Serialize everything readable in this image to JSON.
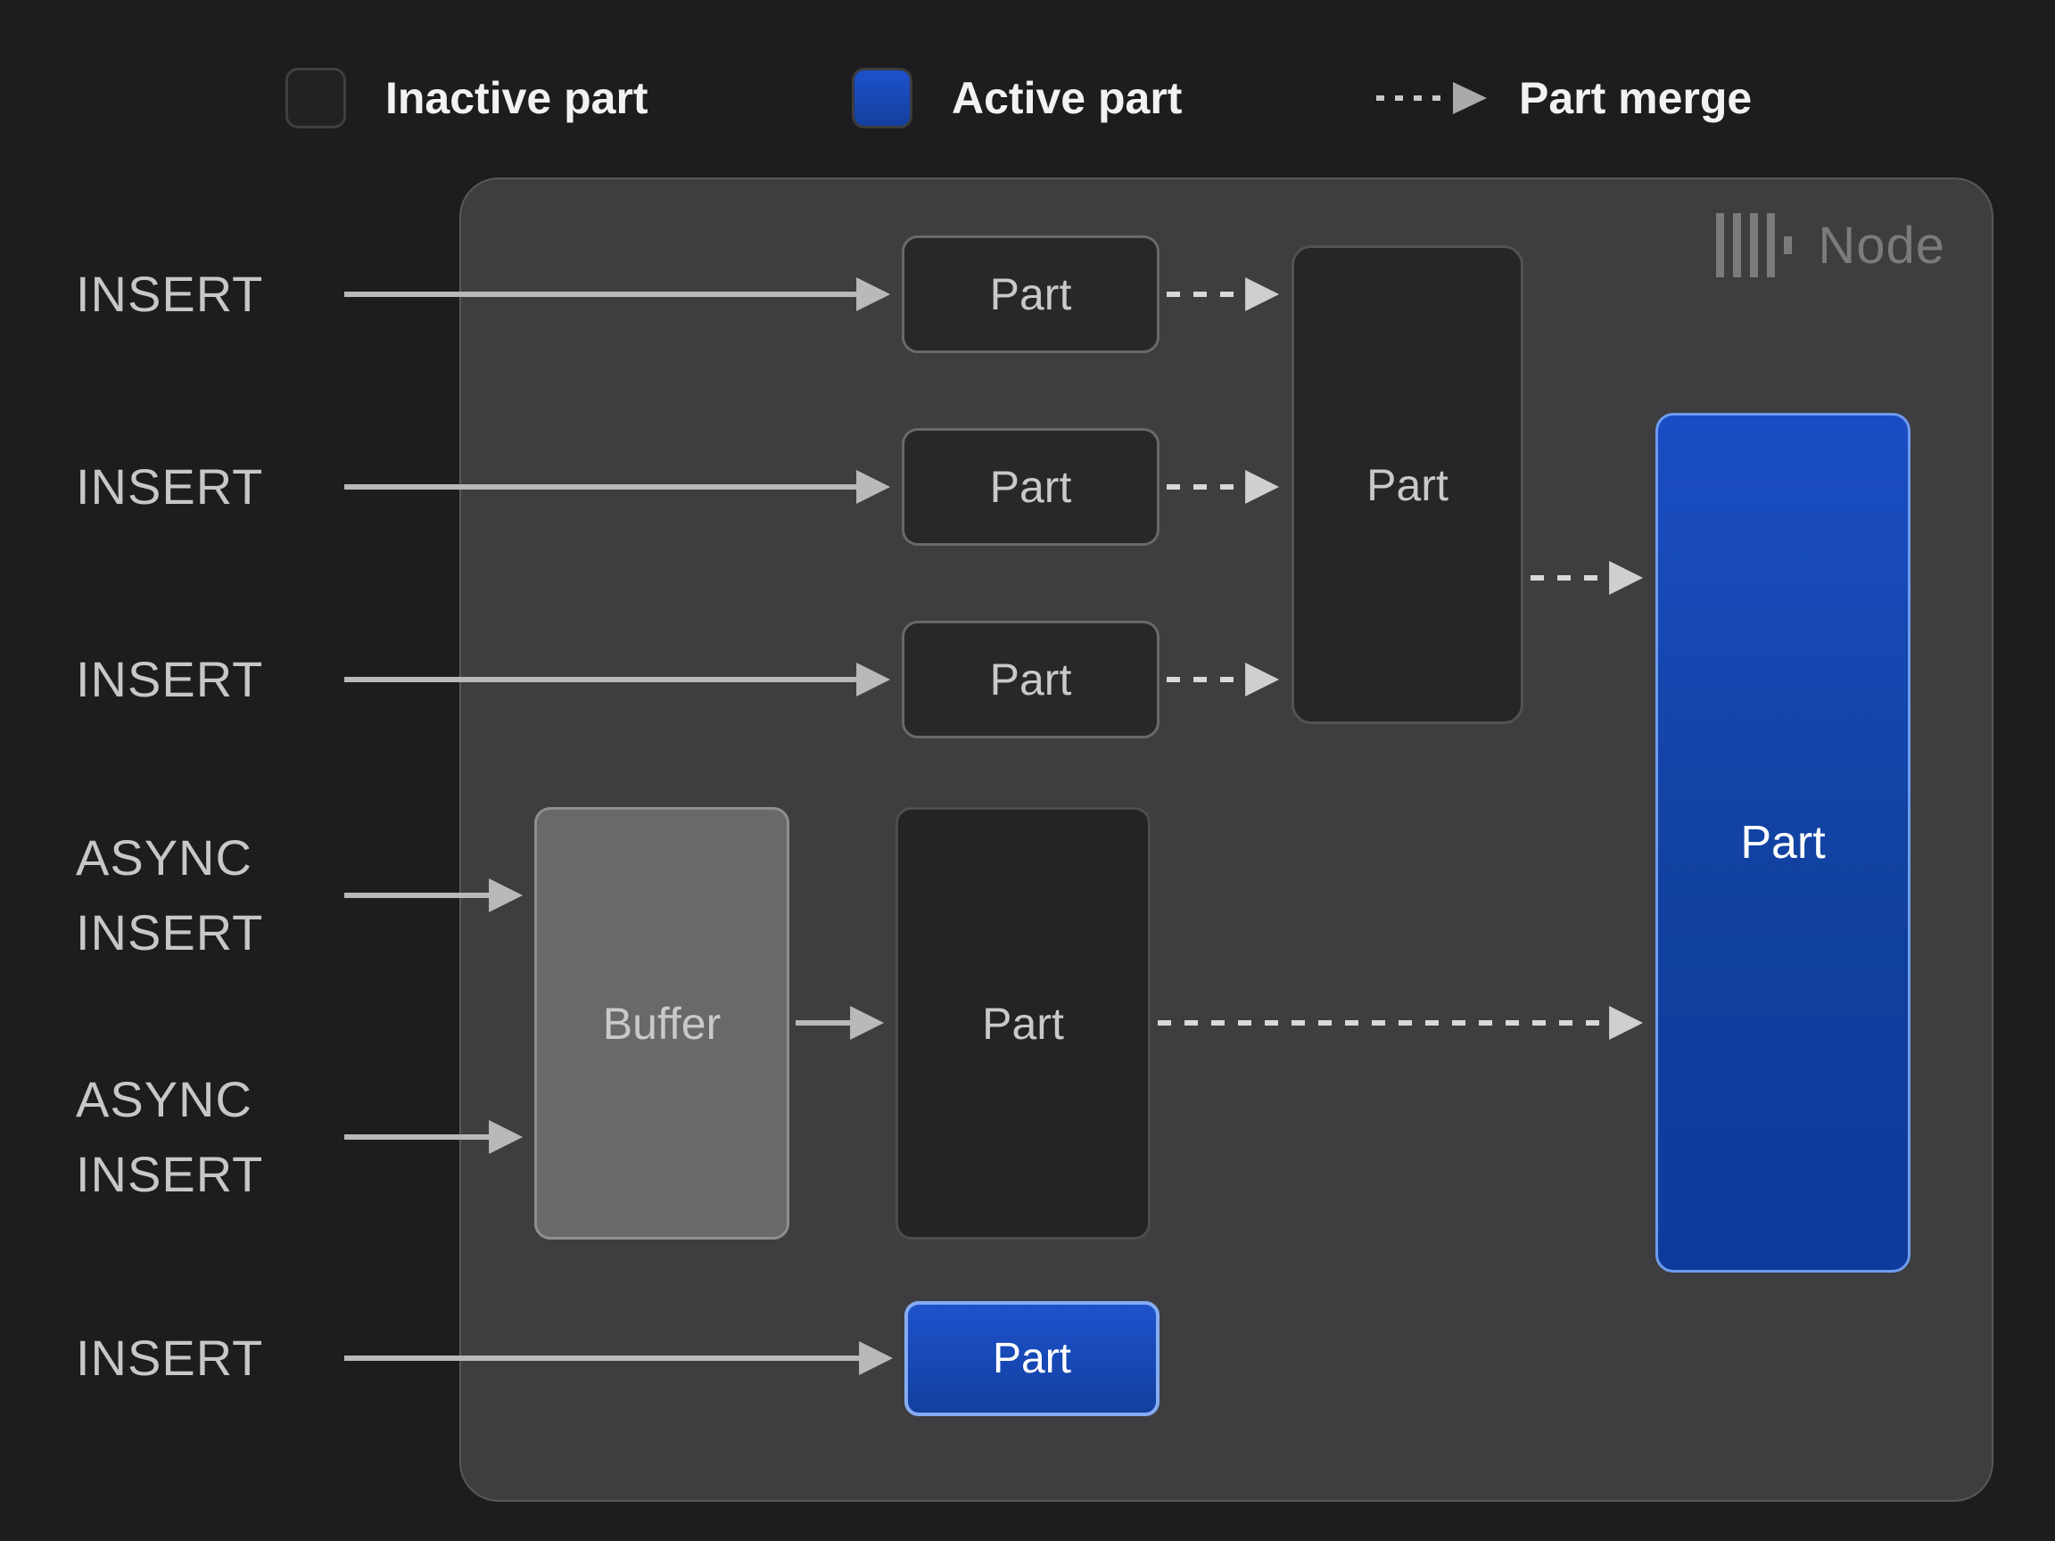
{
  "legend": {
    "inactive_label": "Inactive part",
    "active_label": "Active part",
    "merge_label": "Part merge"
  },
  "node": {
    "title": "Node",
    "logo_icon": "clickhouse-bars-icon"
  },
  "inputs": {
    "insert_1": "INSERT",
    "insert_2": "INSERT",
    "insert_3": "INSERT",
    "async_insert_1": "ASYNC INSERT",
    "async_insert_2": "ASYNC INSERT",
    "insert_4": "INSERT"
  },
  "parts": {
    "small_parts": [
      "Part",
      "Part",
      "Part"
    ],
    "merged_part": "Part",
    "buffer": "Buffer",
    "async_part": "Part",
    "active_part_large": "Part",
    "active_part_small": "Part"
  },
  "colors": {
    "background": "#1d1d1f",
    "node_fill": "#3e3e40",
    "inactive_part_fill": "#28282a",
    "active_blue_top": "#1a4dc4",
    "active_blue_bottom": "#0d3a9c",
    "active_part_border": "#6f9bee",
    "buffer_fill": "#69696b",
    "solid_arrow": "#b9b9b9",
    "dashed_arrow": "#d9d9d9",
    "label_text": "#c7c7c7",
    "legend_text": "#f2f2f2",
    "node_title_text": "#7b7b7d"
  }
}
